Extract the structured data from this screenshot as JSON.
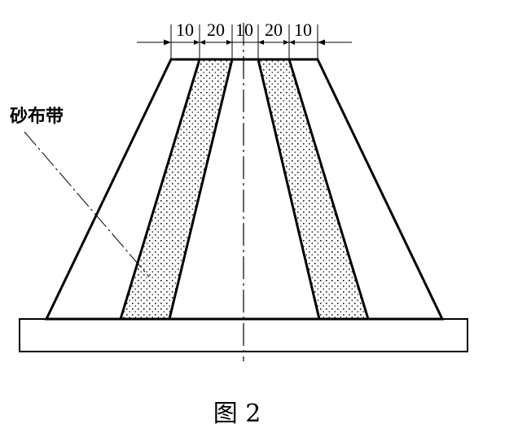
{
  "dimensions": [
    "10",
    "20",
    "10",
    "20",
    "10"
  ],
  "callout_label": "砂布带",
  "caption": "图 2",
  "colors": {
    "ink": "#000000",
    "background": "#ffffff"
  }
}
